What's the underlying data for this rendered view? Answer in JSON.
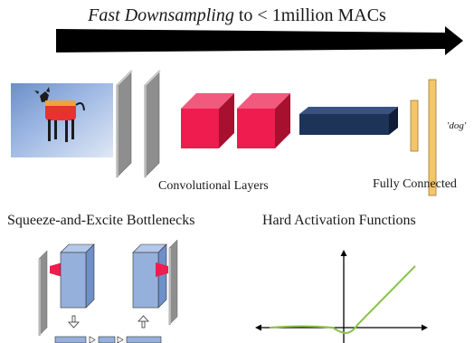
{
  "title": {
    "italic_part": "Fast Downsampling",
    "rest": " to < 1million MACs"
  },
  "labels": {
    "convolutional_layers": "Convolutional Layers",
    "fully_connected": "Fully Connected",
    "output_class": "'dog'",
    "squeeze_excite": "Squeeze-and-Excite Bottlenecks",
    "hard_activation": "Hard Activation Functions"
  },
  "input_image": {
    "subject": "dog wearing a red coat standing in snow"
  },
  "colors": {
    "arrow": "#000000",
    "conv_gray_front": "#b8b8b8",
    "conv_gray_side": "#8e8e8e",
    "conv_red_front": "#ee1c4f",
    "conv_red_side": "#a8102f",
    "conv_navy_front": "#1e3358",
    "conv_navy_side": "#0f1d36",
    "fc_yellow": "#f4c66b",
    "se_block": "#96b0dc",
    "se_accent": "#ee1c4f",
    "activation_curve": "#8bc34a"
  },
  "icons": {
    "downsampling_arrow": "wedge-arrow-right-icon",
    "se_down": "arrow-down-icon",
    "se_up": "arrow-up-icon",
    "se_right": "arrow-right-icon"
  }
}
